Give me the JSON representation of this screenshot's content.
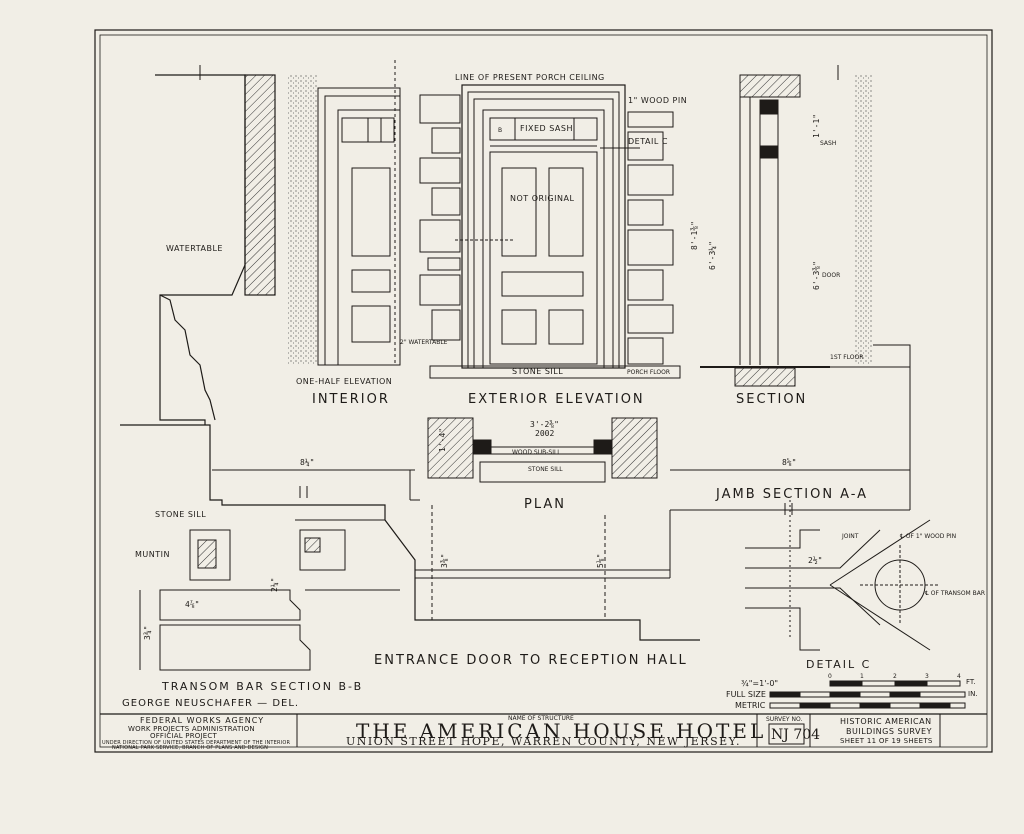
{
  "views": {
    "interior": "INTERIOR",
    "one_half_elevation": "ONE-HALF ELEVATION",
    "exterior_elevation": "EXTERIOR ELEVATION",
    "section": "SECTION",
    "plan": "PLAN",
    "jamb_section": "JAMB SECTION A-A",
    "entrance_door": "ENTRANCE DOOR TO RECEPTION HALL",
    "transom_bar_section": "TRANSOM BAR SECTION B-B",
    "detail_c": "DETAIL C"
  },
  "notes": {
    "line_of_porch_ceiling": "LINE OF PRESENT PORCH CEILING",
    "wood_pin": "1\" WOOD PIN",
    "fixed_sash": "FIXED SASH",
    "detail_c_ref": "DETAIL C",
    "not_original": "NOT ORIGINAL",
    "watertable": "WATERTABLE",
    "watertable_2": "2\" WATERTABLE",
    "stone_sill": "STONE SILL",
    "porch_floor": "PORCH FLOOR",
    "first_floor": "1ST FLOOR",
    "wood_sub_sill": "WOOD SUB-SILL",
    "stone_sill_plan": "STONE SILL",
    "stone_sill_left": "STONE SILL",
    "muntin": "MUNTIN",
    "joint": "JOINT",
    "cl_wood_pin": "℄ OF 1\" WOOD PIN",
    "cl_transom_bar": "℄ OF TRANSOM BAR",
    "sash": "SASH",
    "door": "DOOR",
    "section_b": "B"
  },
  "dimensions": {
    "d_8_5_8": "8⅝\"",
    "d_8_1_4": "8¼\"",
    "d_3_2_3_8": "3'-2⅜\"",
    "d_2002": "2002",
    "d_5_1_8": "5⅛\"",
    "d_3_3_8": "3⅜\"",
    "d_4_7_8": "4⅞\"",
    "d_3_3_4": "3¾\"",
    "d_2_1_2": "2½\"",
    "d_8_1_3_8": "8'-1⅜\"",
    "d_6_3_1_4": "6'-3¼\"",
    "d_6_3_3_8": "6'-3⅜\"",
    "d_1_1": "1'-1\"",
    "d_2_1_4": "2¼\"",
    "d_1_4": "1'-4\""
  },
  "scale": {
    "imperial_label": "¾\"=1'-0\"",
    "full_size_label": "FULL SIZE",
    "metric_label": "METRIC",
    "ft": "FT.",
    "in": "IN.",
    "ticks": [
      "0",
      "1",
      "2",
      "3",
      "4"
    ]
  },
  "credits": {
    "delineator": "GEORGE NEUSCHAFER — DEL."
  },
  "title_block": {
    "agency_1": "FEDERAL WORKS AGENCY",
    "agency_2": "WORK PROJECTS ADMINISTRATION",
    "agency_3": "OFFICIAL PROJECT",
    "agency_4": "UNDER DIRECTION OF UNITED STATES DEPARTMENT OF THE INTERIOR",
    "agency_5": "NATIONAL PARK SERVICE, BRANCH OF PLANS AND DESIGN",
    "name_label": "NAME OF STRUCTURE",
    "structure_name": "THE AMERICAN HOUSE HOTEL",
    "location": "UNION STREET HOPE, WARREN COUNTY, NEW JERSEY.",
    "survey_label": "SURVEY NO.",
    "survey_no": "NJ 704",
    "survey_title_1": "HISTORIC AMERICAN",
    "survey_title_2": "BUILDINGS SURVEY",
    "sheet": "SHEET 11 OF 19 SHEETS"
  }
}
